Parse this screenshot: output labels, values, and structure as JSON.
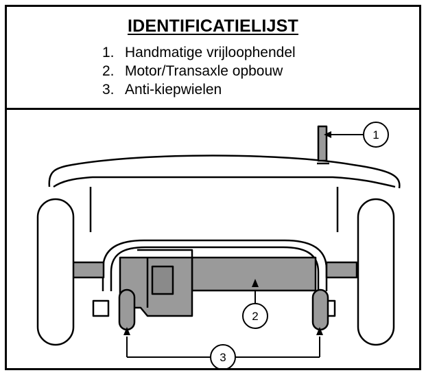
{
  "header": {
    "title": "IDENTIFICATIELIJST",
    "items": [
      {
        "number": "1.",
        "label": "Handmatige vrijloophendel"
      },
      {
        "number": "2.",
        "label": "Motor/Transaxle opbouw"
      },
      {
        "number": "3.",
        "label": "Anti-kiepwielen"
      }
    ]
  },
  "callouts": [
    "1",
    "2",
    "3"
  ],
  "colors": {
    "line": "#000000",
    "part_fill": "#9a9a9a",
    "background": "#ffffff"
  }
}
